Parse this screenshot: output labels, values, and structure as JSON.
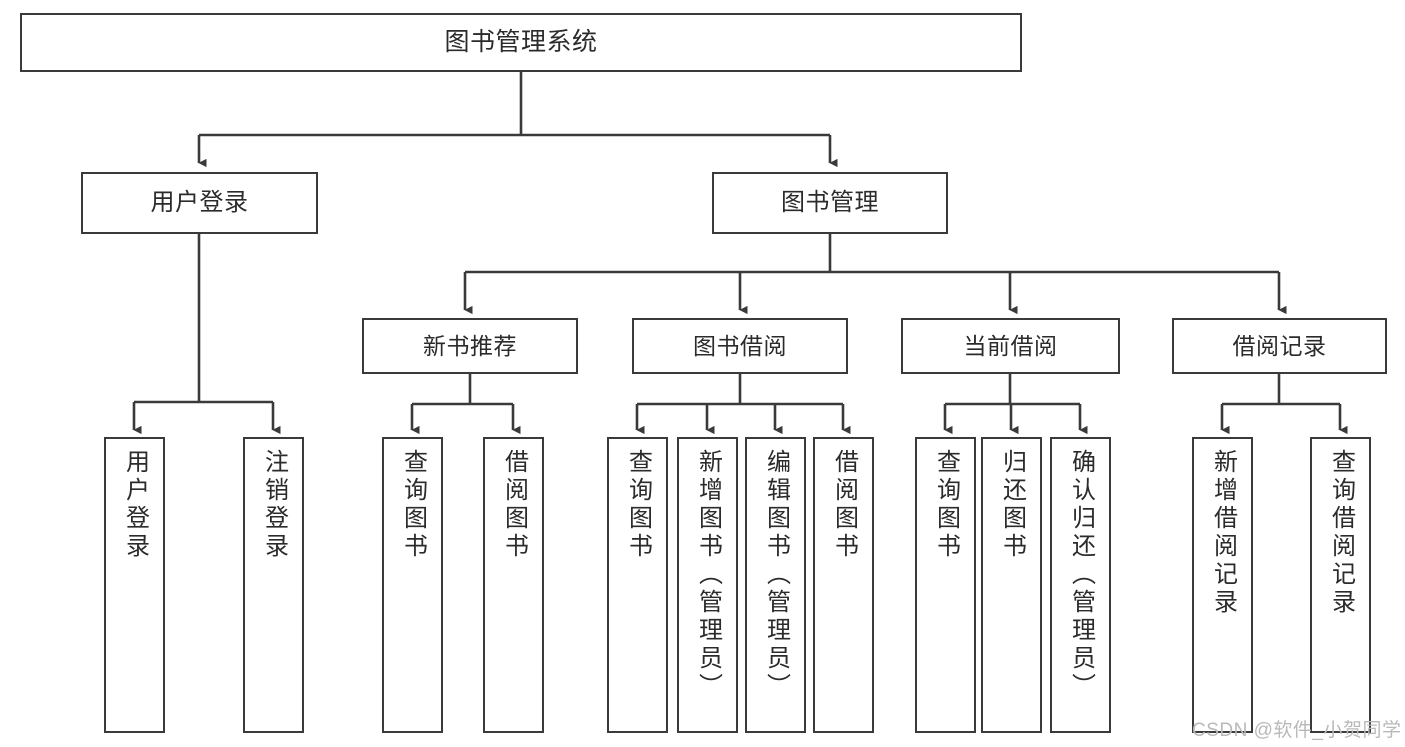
{
  "diagram": {
    "title": "图书管理系统",
    "type": "tree-hierarchy-chart",
    "orientation": "top-down",
    "colors": {
      "box_border": "#3a3a3a",
      "box_fill": "#ffffff",
      "connector": "#3a3a3a",
      "text": "#2b2b2b",
      "watermark": "#b9b9b9",
      "background": "#ffffff"
    }
  },
  "root": {
    "label": "图书管理系统"
  },
  "level2": [
    {
      "label": "用户登录"
    },
    {
      "label": "图书管理"
    }
  ],
  "level3": [
    {
      "label": "新书推荐"
    },
    {
      "label": "图书借阅"
    },
    {
      "label": "当前借阅"
    },
    {
      "label": "借阅记录"
    }
  ],
  "leaves": {
    "user_login": [
      {
        "label": "用户登录"
      },
      {
        "label": "注销登录"
      }
    ],
    "new_book_recommend": [
      {
        "label": "查询图书"
      },
      {
        "label": "借阅图书"
      }
    ],
    "book_borrow": [
      {
        "label": "查询图书"
      },
      {
        "label": "新增图书（管理员）"
      },
      {
        "label": "编辑图书（管理员）"
      },
      {
        "label": "借阅图书"
      }
    ],
    "current_borrow": [
      {
        "label": "查询图书"
      },
      {
        "label": "归还图书"
      },
      {
        "label": "确认归还（管理员）"
      }
    ],
    "borrow_record": [
      {
        "label": "新增借阅记录"
      },
      {
        "label": "查询借阅记录"
      }
    ]
  },
  "watermark": {
    "text": "CSDN @软件_小贺同学"
  }
}
